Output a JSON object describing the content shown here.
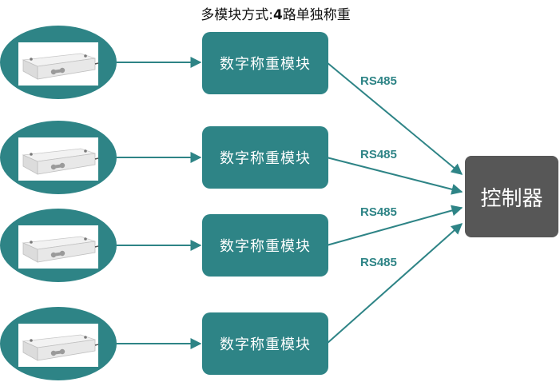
{
  "title_prefix": "多模块方式:",
  "title_number": "4",
  "title_suffix": "路单独称重",
  "module_label": "数字称重模块",
  "controller_label": "控制器",
  "link_label": "RS485",
  "colors": {
    "teal": "#2e8486",
    "controller": "#575757",
    "label": "#2e8486"
  },
  "icons": {
    "sensor": "load-cell-photo"
  }
}
